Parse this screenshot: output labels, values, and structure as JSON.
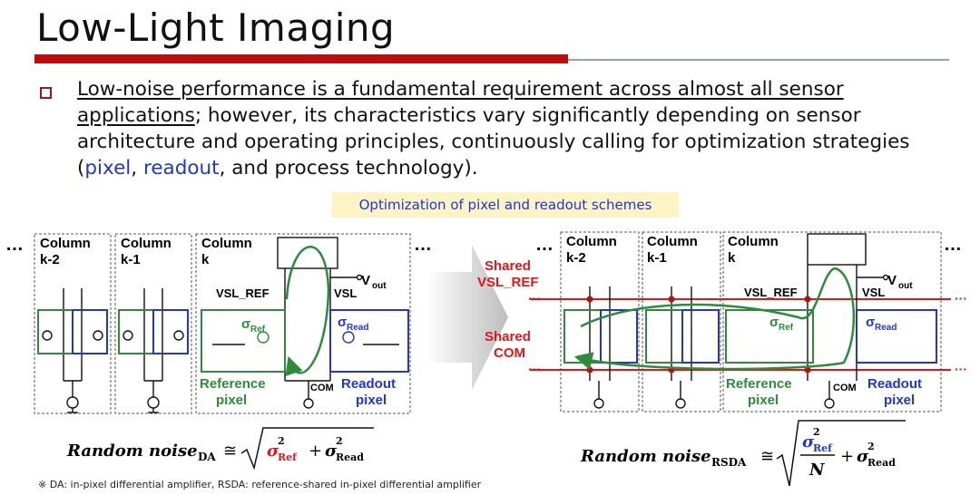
{
  "slide": {
    "title": "Low-Light Imaging",
    "bullet": {
      "part1_underlined": "Low-noise performance is a fundamental requirement across almost all sensor applications",
      "part2": "; however, its characteristics vary significantly depending on sensor architecture and operating principles, continuously calling for optimization strategies (",
      "pixel": "pixel",
      "comma": ", ",
      "readout": "readout",
      "part3": ", and process technology)."
    },
    "callout": "Optimization of pixel and readout schemes",
    "footnote": "※ DA: in-pixel differential amplifier, RSDA: reference-shared in-pixel differential amplifier"
  },
  "left_diagram": {
    "ellipsis": "…",
    "col1_title": "Column",
    "col1_sub": "k-2",
    "col2_title": "Column",
    "col2_sub": "k-1",
    "col3_title": "Column",
    "col3_sub": "k",
    "vout": "V",
    "vout_sub": "out",
    "vsl_ref": "VSL_REF",
    "vsl": "VSL",
    "sigma_ref": "σ",
    "sigma_ref_sub": "Ref",
    "sigma_read": "σ",
    "sigma_read_sub": "Read",
    "ref_pixel_1": "Reference",
    "ref_pixel_2": "pixel",
    "readout_pixel_1": "Readout",
    "readout_pixel_2": "pixel",
    "com": "COM"
  },
  "right_diagram": {
    "shared_vsl_1": "Shared",
    "shared_vsl_2": "VSL_REF",
    "shared_com_1": "Shared",
    "shared_com_2": "COM",
    "col1_title": "Column",
    "col1_sub": "k-2",
    "col2_title": "Column",
    "col2_sub": "k-1",
    "col3_title": "Column",
    "col3_sub": "k",
    "vout": "V",
    "vout_sub": "out",
    "vsl_ref": "VSL_REF",
    "vsl": "VSL",
    "sigma_ref": "σ",
    "sigma_ref_sub": "Ref",
    "sigma_read": "σ",
    "sigma_read_sub": "Read",
    "ref_pixel_1": "Reference",
    "ref_pixel_2": "pixel",
    "readout_pixel_1": "Readout",
    "readout_pixel_2": "pixel",
    "com": "COM"
  },
  "equations": {
    "left_label": "Random noise",
    "left_sub": "DA",
    "right_label": "Random noise",
    "right_sub": "RSDA",
    "approx": "≅",
    "sigma": "σ",
    "ref": "Ref",
    "read": "Read",
    "two": "2",
    "plus": "+",
    "N": "N"
  },
  "colors": {
    "accent_red": "#b81010",
    "green": "#2e8b3c",
    "blue": "#1f35d8",
    "shared_red": "#e0161b"
  }
}
